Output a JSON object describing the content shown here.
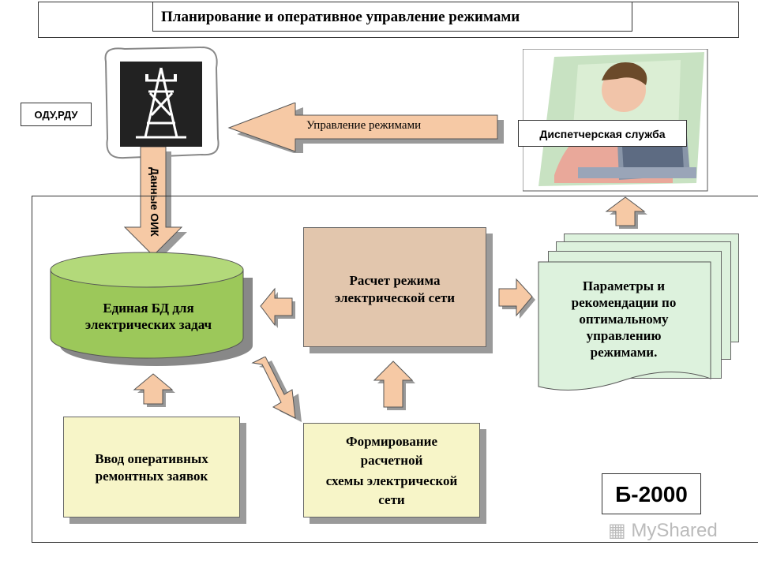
{
  "title": "Планирование и оперативное управление режимами",
  "nodes": {
    "odu": "ОДУ,РДУ",
    "dispatch": "Диспетчерская служба",
    "control_arrow": "Управление режимами",
    "oik_arrow": "Данные ОИК",
    "db": {
      "line1": "Единая БД для",
      "line2": "электрических задач"
    },
    "calc": {
      "line1": "Расчет режима",
      "line2": "электрической сети"
    },
    "params": {
      "line1": "Параметры и",
      "line2": "рекомендации по",
      "line3": "оптимальному",
      "line4": "управлению",
      "line5": "режимами."
    },
    "repair": {
      "line1": "Ввод оперативных",
      "line2": "ремонтных заявок"
    },
    "scheme": {
      "line1": "Формирование",
      "line2": "расчетной",
      "line3": "схемы электрической",
      "line4": "сети"
    }
  },
  "badge": "Б-2000",
  "watermark": "MyShared",
  "colors": {
    "db_green": "#9cc85a",
    "calc_tan": "#e2c6ad",
    "params_green": "#ddf2dd",
    "note_yellow": "#f7f5c8",
    "arrow_orange": "#f6c9a5"
  }
}
